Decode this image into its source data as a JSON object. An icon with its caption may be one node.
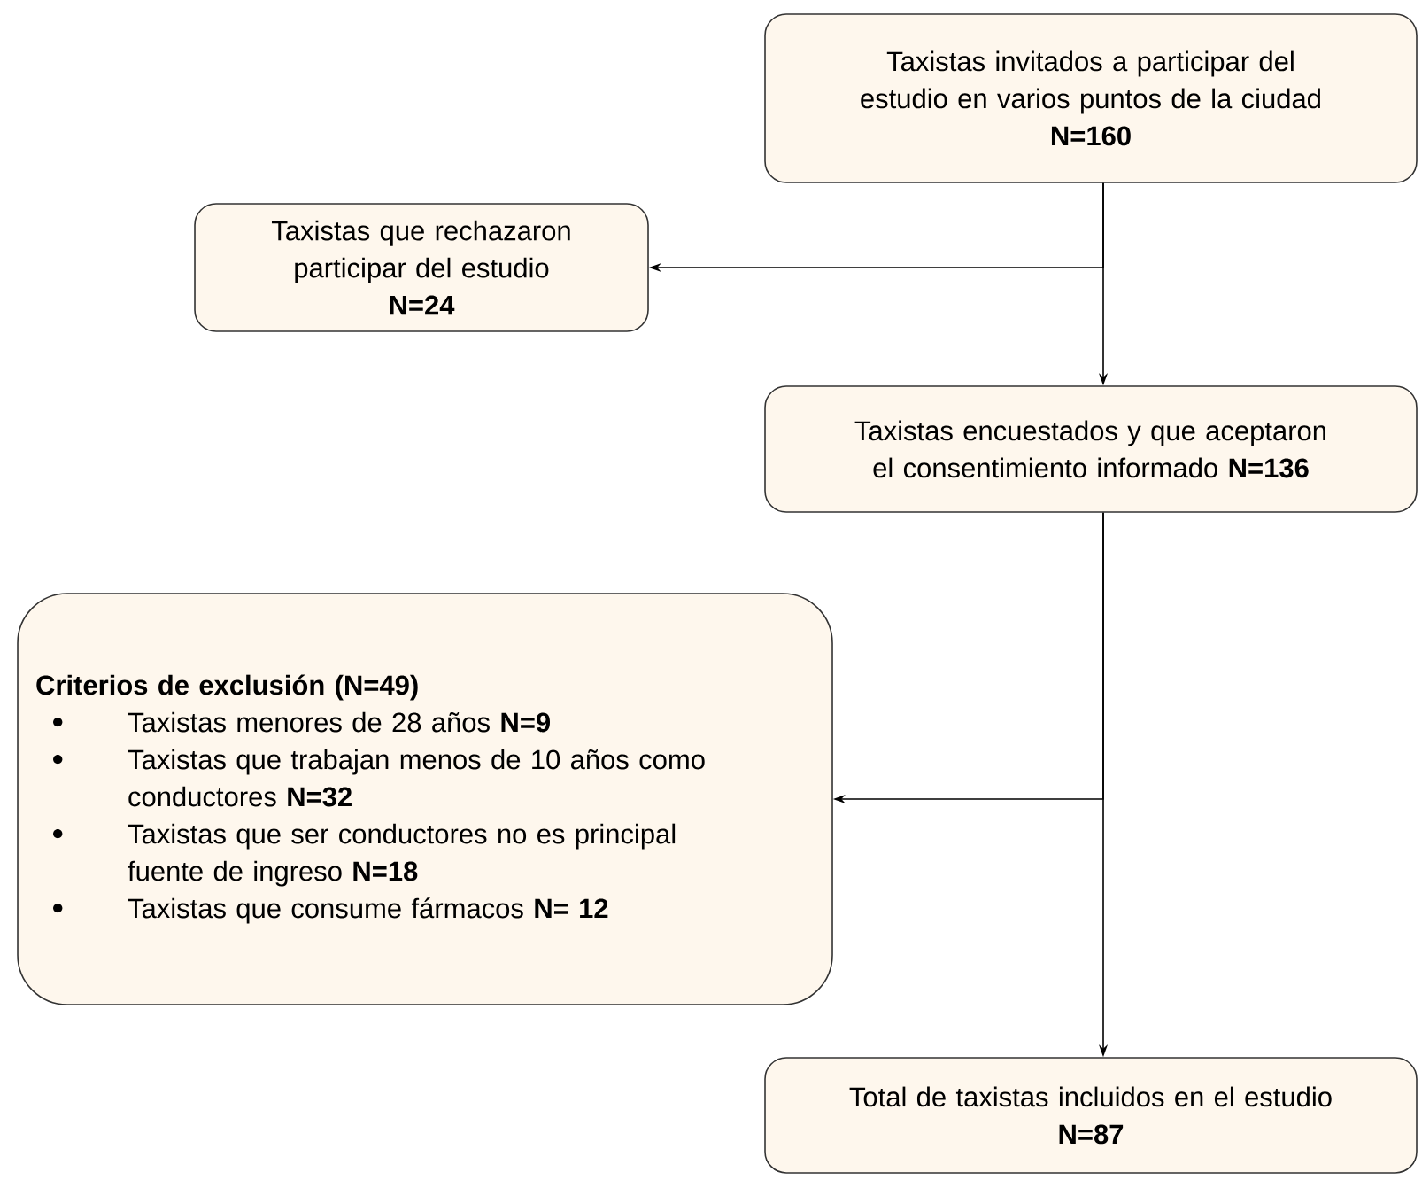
{
  "diagram": {
    "nodes": [
      {
        "text": [
          "Taxistas invitados a participar del estudio en varios puntos de la ciudad",
          "**N=160**"
        ]
      },
      {
        "text": [
          "Taxistas que rechazaron participar del estudio",
          "**N=24**"
        ]
      },
      {
        "text": [
          "Taxistas encuestados y que aceptaron el consentimiento informado **N=136**"
        ]
      },
      {
        "text": [
          "Criterios de exclusión (N=49)",
          "Taxistas menores de 28 años **N=9**",
          "Taxistas que trabajan menos de 10 años como conductores **N=32**",
          "Taxistas que ser conductores no es principal fuente de ingreso **N=18**",
          "Taxistas que consume fármacos **N= 12**"
        ]
      },
      {
        "text": [
          "Total de taxistas incluidos en el estudio",
          "**N=87**"
        ]
      }
    ],
    "edges": [
      {
        "from": 0,
        "to": 1,
        "arrow": "to"
      },
      {
        "from": 0,
        "to": 2,
        "arrow": "to"
      },
      {
        "from": 2,
        "to": 3,
        "arrow": "to"
      },
      {
        "from": 2,
        "to": 4,
        "arrow": "to"
      }
    ]
  }
}
